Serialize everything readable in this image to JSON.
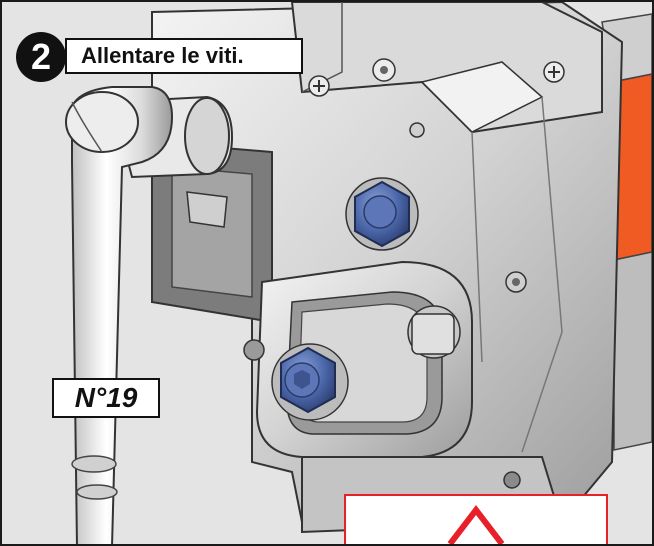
{
  "instruction": {
    "step_number": "2",
    "text": "Allentare le viti."
  },
  "wrench": {
    "size_label": "N°19"
  },
  "colors": {
    "nut_blue": "#4a66a8",
    "plate_orange": "#f05a23",
    "callout_red": "#e8202a"
  }
}
